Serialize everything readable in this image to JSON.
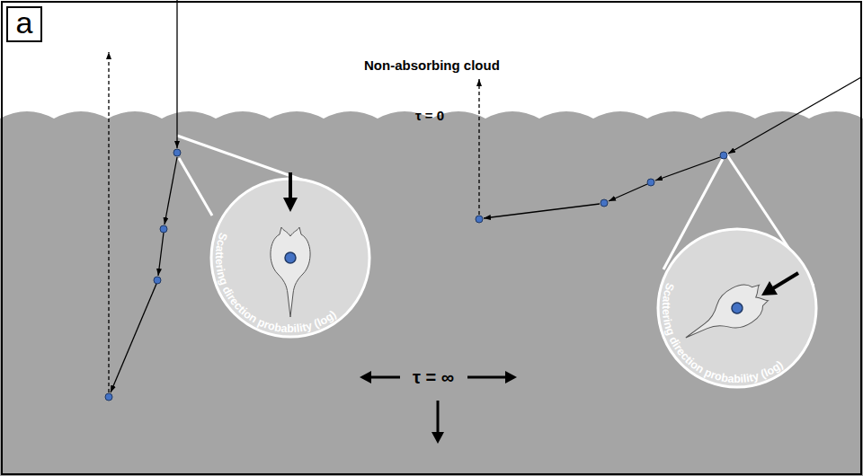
{
  "diagram": {
    "nodes": [
      {
        "text": [
          "a"
        ]
      },
      {
        "text": [
          "Scattering direction probability (log)"
        ]
      },
      {
        "text": [
          "Scattering direction probability (log)"
        ]
      }
    ],
    "labels": [
      "Non-absorbing cloud",
      "τ = 0",
      "τ = ∞"
    ]
  }
}
